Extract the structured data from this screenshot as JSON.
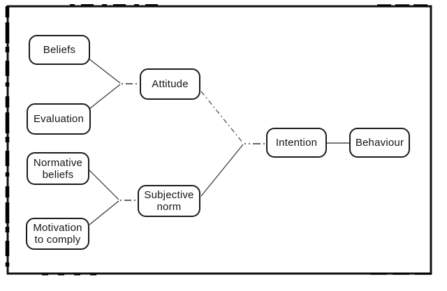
{
  "diagram": {
    "nodes": {
      "beliefs": {
        "label": "Beliefs"
      },
      "evaluation": {
        "label": "Evaluation"
      },
      "normative_beliefs": {
        "label": "Normative\nbeliefs"
      },
      "motivation_to_comply": {
        "label": "Motivation\nto comply"
      },
      "attitude": {
        "label": "Attitude"
      },
      "subjective_norm": {
        "label": "Subjective\nnorm"
      },
      "intention": {
        "label": "Intention"
      },
      "behaviour": {
        "label": "Behaviour"
      }
    },
    "edges": [
      {
        "from": "Beliefs",
        "to": "Attitude"
      },
      {
        "from": "Evaluation",
        "to": "Attitude"
      },
      {
        "from": "Normative beliefs",
        "to": "Subjective norm"
      },
      {
        "from": "Motivation to comply",
        "to": "Subjective norm"
      },
      {
        "from": "Attitude",
        "to": "Intention"
      },
      {
        "from": "Subjective norm",
        "to": "Intention"
      },
      {
        "from": "Intention",
        "to": "Behaviour"
      }
    ],
    "colors": {
      "ink": "#1b1b1b",
      "line": "#3a3a3a",
      "background": "#ffffff"
    }
  }
}
